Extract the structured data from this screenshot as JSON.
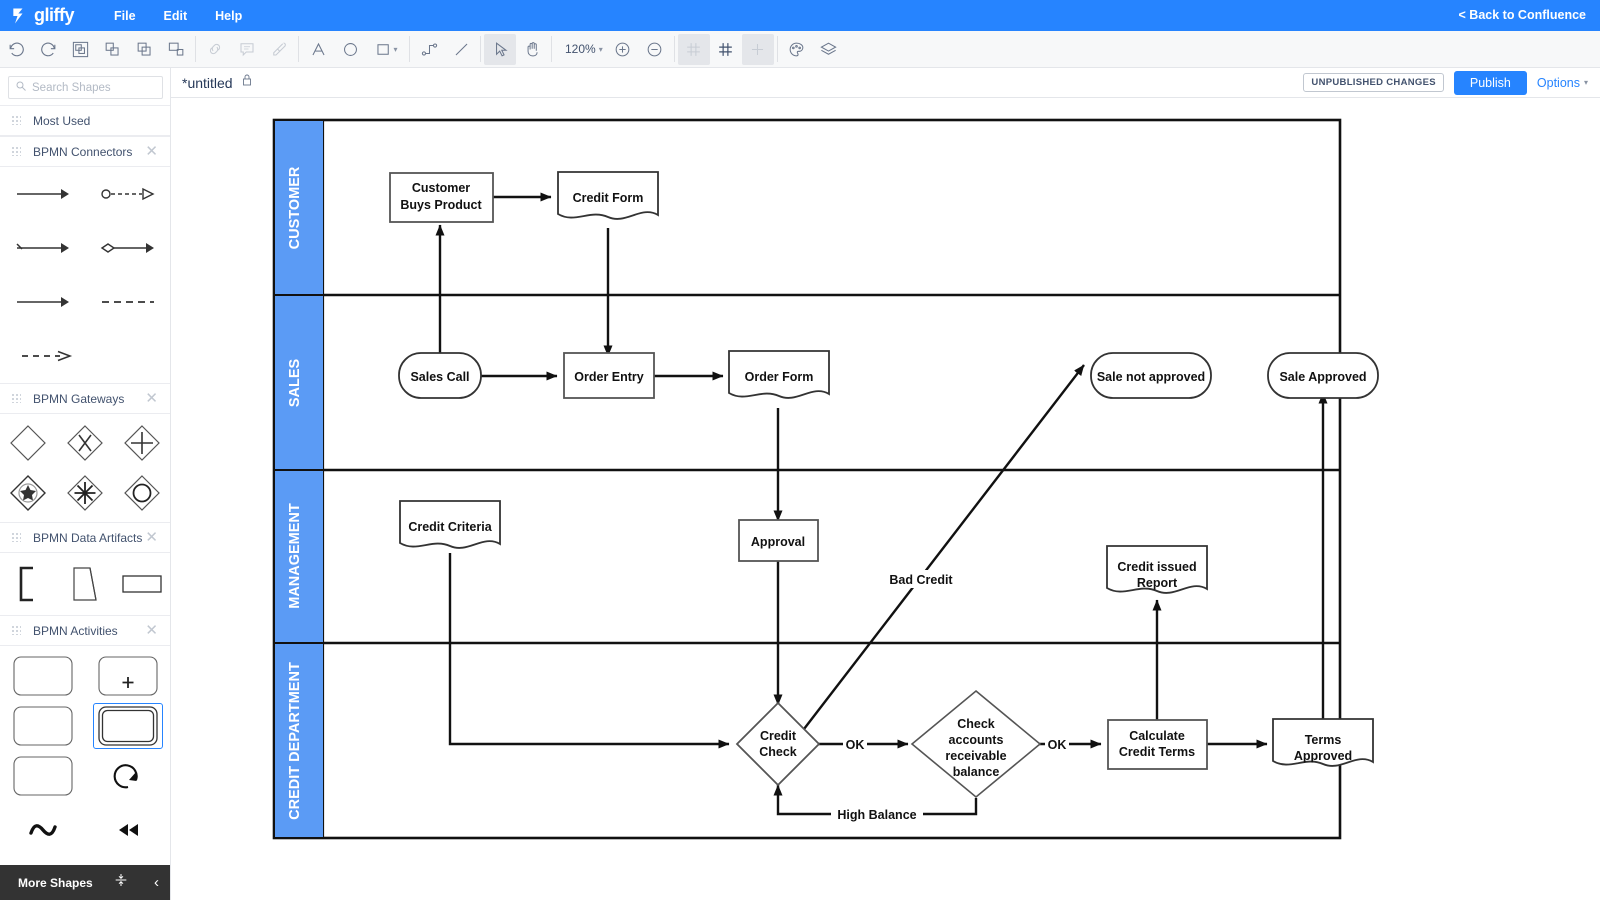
{
  "appbar": {
    "logo_text": "gliffy",
    "menus": [
      {
        "label": "File"
      },
      {
        "label": "Edit"
      },
      {
        "label": "Help"
      }
    ],
    "back_link": "< Back to Confluence",
    "brand_color": "#2684ff"
  },
  "toolbar": {
    "zoom_level": "120%",
    "icons": [
      "undo-icon",
      "redo-icon",
      "group-icon",
      "copy-icon",
      "bring-to-front-icon",
      "send-to-back-icon",
      "link-icon",
      "comment-icon",
      "eyedropper-icon",
      "text-icon",
      "ellipse-icon",
      "rectangle-icon",
      "elbow-connector-icon",
      "straight-line-icon",
      "pointer-icon",
      "hand-icon",
      "zoom-in-icon",
      "zoom-out-icon",
      "snap-to-grid-icon",
      "show-grid-icon",
      "guides-icon",
      "theme-palette-icon",
      "layers-icon"
    ]
  },
  "sidebar": {
    "search": {
      "placeholder": "Search Shapes",
      "value": "",
      "icon": "search-icon"
    },
    "groups": [
      {
        "title": "Most Used",
        "closable": false,
        "shapes": []
      },
      {
        "title": "BPMN Connectors",
        "closable": true,
        "shapes": [
          {
            "name": "connector-solid-arrow"
          },
          {
            "name": "connector-circle-dashed-open-arrow"
          },
          {
            "name": "connector-tick-arrow"
          },
          {
            "name": "connector-diamond-arrow"
          },
          {
            "name": "connector-plain-arrow"
          },
          {
            "name": "connector-dashed-line"
          },
          {
            "name": "connector-dashed-open-arrow"
          }
        ]
      },
      {
        "title": "BPMN Gateways",
        "closable": true,
        "shapes": [
          {
            "name": "gateway-exclusive-blank"
          },
          {
            "name": "gateway-exclusive-x"
          },
          {
            "name": "gateway-parallel-plus"
          },
          {
            "name": "gateway-event-based-multiple"
          },
          {
            "name": "gateway-complex-asterisk"
          },
          {
            "name": "gateway-inclusive-circle"
          }
        ]
      },
      {
        "title": "BPMN Data Artifacts",
        "closable": true,
        "shapes": [
          {
            "name": "data-bracket"
          },
          {
            "name": "data-folded-page"
          },
          {
            "name": "data-store-rectangle"
          }
        ]
      },
      {
        "title": "BPMN Activities",
        "closable": true,
        "shapes": [
          {
            "name": "activity-task"
          },
          {
            "name": "activity-subprocess-plus"
          },
          {
            "name": "activity-task-2"
          },
          {
            "name": "activity-call-activity"
          },
          {
            "name": "activity-task-3"
          },
          {
            "name": "activity-loop"
          },
          {
            "name": "activity-compensation-wave"
          },
          {
            "name": "activity-compensation-rewind"
          },
          {
            "name": "activity-pause"
          }
        ]
      }
    ],
    "footer": {
      "label": "More Shapes",
      "expand_icon": "expand-collapse-icon",
      "collapse_icon": "chevron-left-icon"
    }
  },
  "document": {
    "title": "*untitled",
    "lock_icon": "lock-icon",
    "status_badge": "UNPUBLISHED CHANGES",
    "publish_label": "Publish",
    "options_label": "Options"
  },
  "diagram": {
    "lane_header_color": "#5b9bf5",
    "stroke_color": "#1a1a1a",
    "lanes": [
      {
        "label": "CUSTOMER"
      },
      {
        "label": "SALES"
      },
      {
        "label": "MANAGEMENT"
      },
      {
        "label": "CREDIT DEPARTMENT"
      }
    ],
    "nodes": [
      {
        "id": "customer-buys-product",
        "label": "Customer Buys Product",
        "shape": "process",
        "lane": "CUSTOMER"
      },
      {
        "id": "credit-form",
        "label": "Credit Form",
        "shape": "document",
        "lane": "CUSTOMER"
      },
      {
        "id": "sales-call",
        "label": "Sales Call",
        "shape": "terminator",
        "lane": "SALES"
      },
      {
        "id": "order-entry",
        "label": "Order Entry",
        "shape": "process",
        "lane": "SALES"
      },
      {
        "id": "order-form",
        "label": "Order Form",
        "shape": "document",
        "lane": "SALES"
      },
      {
        "id": "sale-not-approved",
        "label": "Sale not approved",
        "shape": "terminator",
        "lane": "SALES"
      },
      {
        "id": "sale-approved",
        "label": "Sale Approved",
        "shape": "terminator",
        "lane": "SALES"
      },
      {
        "id": "credit-criteria",
        "label": "Credit Criteria",
        "shape": "document",
        "lane": "MANAGEMENT"
      },
      {
        "id": "approval",
        "label": "Approval",
        "shape": "process",
        "lane": "MANAGEMENT"
      },
      {
        "id": "credit-issued-report",
        "label": "Credit issued Report",
        "shape": "document",
        "lane": "MANAGEMENT"
      },
      {
        "id": "credit-check",
        "label": "Credit Check",
        "shape": "decision",
        "lane": "CREDIT DEPARTMENT"
      },
      {
        "id": "check-accounts-receivable-balance",
        "label": "Check accounts receivable balance",
        "shape": "decision",
        "lane": "CREDIT DEPARTMENT"
      },
      {
        "id": "calculate-credit-terms",
        "label": "Calculate Credit Terms",
        "shape": "process",
        "lane": "CREDIT DEPARTMENT"
      },
      {
        "id": "terms-approved",
        "label": "Terms Approved",
        "shape": "document",
        "lane": "CREDIT DEPARTMENT"
      }
    ],
    "edge_labels": [
      {
        "id": "bad-credit",
        "label": "Bad Credit"
      },
      {
        "id": "ok-1",
        "label": "OK"
      },
      {
        "id": "ok-2",
        "label": "OK"
      },
      {
        "id": "high-balance",
        "label": "High Balance"
      }
    ]
  }
}
